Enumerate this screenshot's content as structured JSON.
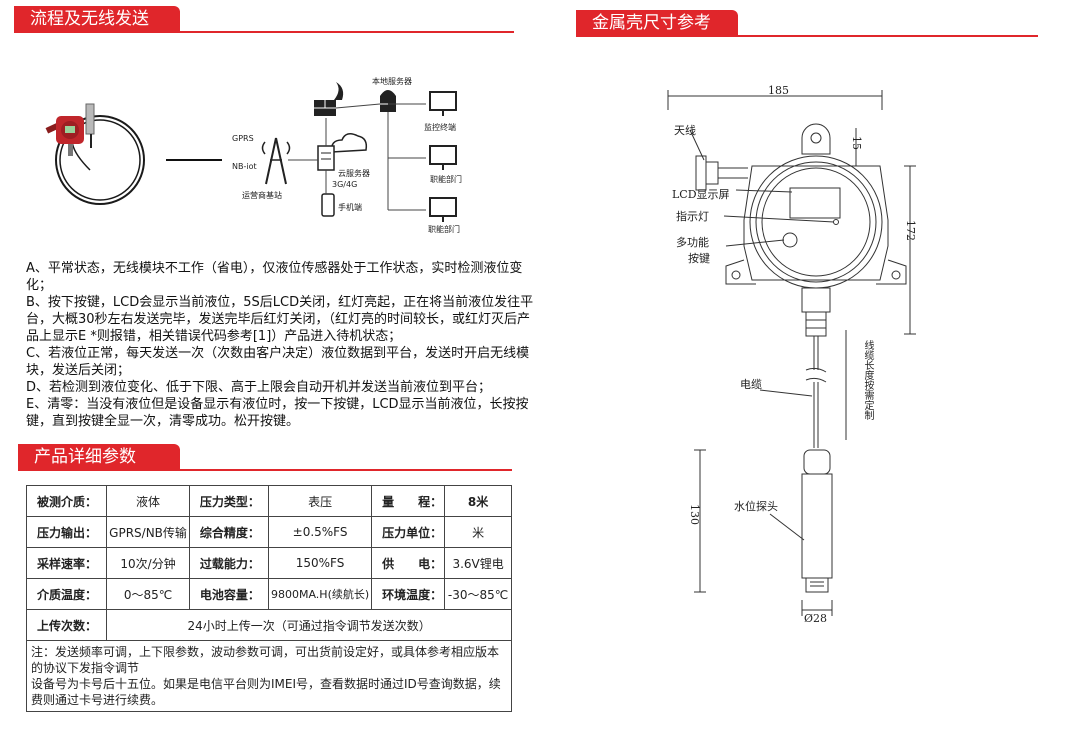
{
  "headers": {
    "flow": "流程及无线发送",
    "size": "金属壳尺寸参考",
    "params": "产品详细参数"
  },
  "flow_diagram": {
    "local_server": "本地服务器",
    "monitor_terminal": "监控终端",
    "dept1": "职能部门",
    "dept2": "职能部门",
    "gprs": "GPRS",
    "nbiot": "NB-iot",
    "operator_station": "运营商基站",
    "cloud_server": "云服务器",
    "net": "3G/4G",
    "mobile": "手机端"
  },
  "description": [
    "A、平常状态，无线模块不工作（省电），仅液位传感器处于工作状态，实时检测液位变化；",
    "B、按下按键，LCD会显示当前液位，5S后LCD关闭，红灯亮起，正在将当前液位发往平台，大概30秒左右发送完毕，发送完毕后红灯关闭，（红灯亮的时间较长，或红灯灭后产品上显示E *则报错，相关错误代码参考[1]）产品进入待机状态；",
    "C、若液位正常，每天发送一次（次数由客户决定）液位数据到平台，发送时开启无线模块，发送后关闭；",
    "D、若检测到液位变化、低于下限、高于上限会自动开机并发送当前液位到平台；",
    "E、清零：当没有液位但是设备显示有液位时，按一下按键，LCD显示当前液位，长按按键，直到按键全显一次，清零成功。松开按键。"
  ],
  "params": {
    "rows": [
      [
        "被测介质：",
        "液体",
        "压力类型：",
        "表压",
        "量　　程：",
        "8米"
      ],
      [
        "压力输出：",
        "GPRS/NB传输",
        "综合精度：",
        "±0.5%FS",
        "压力单位：",
        "米"
      ],
      [
        "采样速率：",
        "10次/分钟",
        "过载能力：",
        "150%FS",
        "供　　电：",
        "3.6V锂电"
      ],
      [
        "介质温度：",
        "0～85℃",
        "电池容量：",
        "9800MA.H(续航长)",
        "环境温度：",
        "-30～85℃"
      ]
    ],
    "upload_key": "上传次数：",
    "upload_val": "24小时上传一次（可通过指令调节发送次数）",
    "note_lines": [
      "注：发送频率可调，上下限参数，波动参数可调，可出货前设定好，或具体参考相应版本的协议下发指令调节",
      "设备号为卡号后十五位。如果是电信平台则为IMEI号，查看数据时通过ID号查询数据，续费则通过卡号进行续费。"
    ]
  },
  "dimensions": {
    "width": "185",
    "antenna_h": "15",
    "body_h": "172",
    "probe_h": "130",
    "probe_d": "Ø28",
    "antenna": "天线",
    "lcd": "LCD显示屏",
    "indicator": "指示灯",
    "multi_btn_1": "多功能",
    "multi_btn_2": "按键",
    "cable": "电缆",
    "cable_len": "线缆长度按需定制",
    "probe": "水位探头"
  }
}
